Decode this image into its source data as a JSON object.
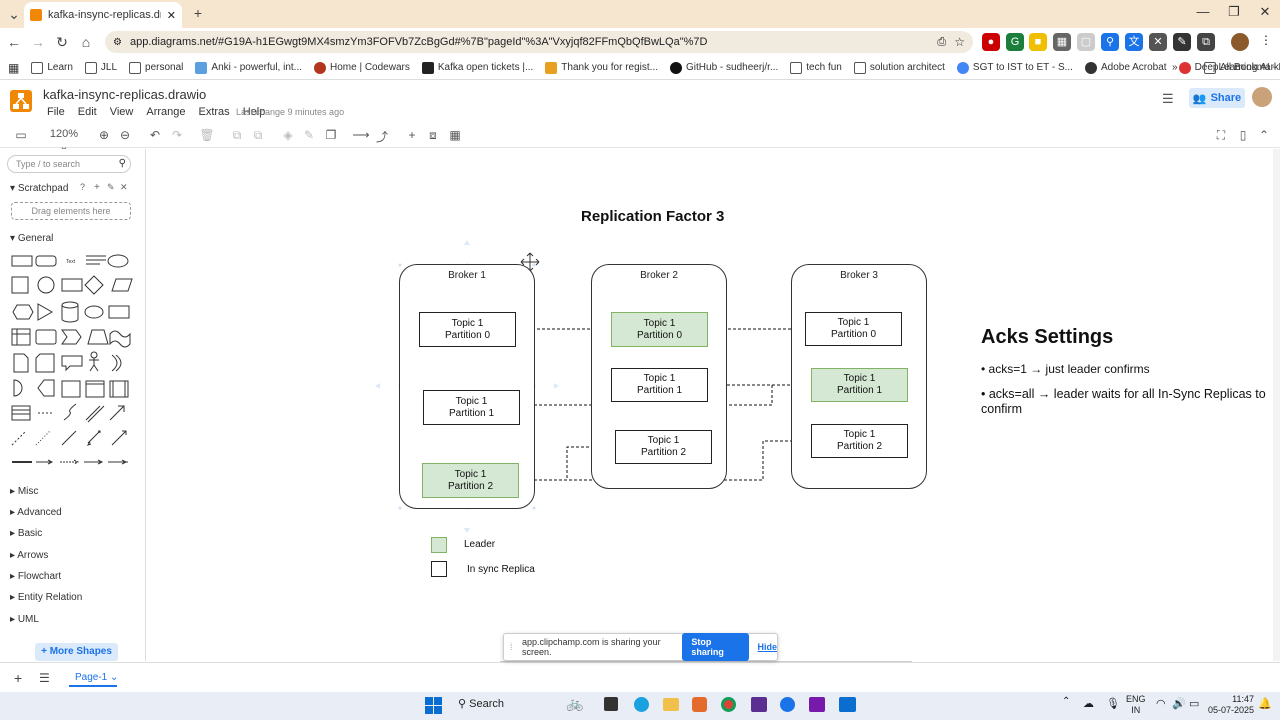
{
  "browser": {
    "tab_title": "kafka-insync-replicas.drawio - d",
    "url": "app.diagrams.net/#G19A-h1EGwgt9MX4smzYm3FOFVb7ZcBgGd#%7B\"pageId\"%3A\"Vxyjqf82FFmQbQfBwLQa\"%7D",
    "bookmarks": [
      "Learn",
      "JLL",
      "personal",
      "Anki - powerful, int...",
      "Home | Codewars",
      "Kafka open tickets |...",
      "Thank you for regist...",
      "GitHub - sudheerj/r...",
      "tech fun",
      "solution architect",
      "SGT to IST to ET - S...",
      "Adobe Acrobat",
      "DeepLearning.AI - L..."
    ],
    "all_bookmarks": "All Bookmarks"
  },
  "app": {
    "title": "kafka-insync-replicas.drawio",
    "menus": [
      "File",
      "Edit",
      "View",
      "Arrange",
      "Extras",
      "Help"
    ],
    "last_change": "Last change 9 minutes ago",
    "share_label": "Share",
    "zoom": "120%"
  },
  "left_panel": {
    "search_placeholder": "Type / to search",
    "scratchpad": "Scratchpad",
    "drag_hint": "Drag elements here",
    "general": "General",
    "sections": [
      "Misc",
      "Advanced",
      "Basic",
      "Arrows",
      "Flowchart",
      "Entity Relation",
      "UML"
    ],
    "more_shapes": "More Shapes"
  },
  "diagram": {
    "title": "Replication Factor 3",
    "brokers": [
      {
        "name": "Broker 1",
        "partitions": [
          {
            "line1": "Topic 1",
            "line2": "Partition 0",
            "leader": false
          },
          {
            "line1": "Topic 1",
            "line2": "Partition 1",
            "leader": false
          },
          {
            "line1": "Topic 1",
            "line2": "Partition 2",
            "leader": true
          }
        ]
      },
      {
        "name": "Broker 2",
        "partitions": [
          {
            "line1": "Topic 1",
            "line2": "Partition 0",
            "leader": true
          },
          {
            "line1": "Topic 1",
            "line2": "Partition 1",
            "leader": false
          },
          {
            "line1": "Topic 1",
            "line2": "Partition 2",
            "leader": false
          }
        ]
      },
      {
        "name": "Broker 3",
        "partitions": [
          {
            "line1": "Topic 1",
            "line2": "Partition 0",
            "leader": false
          },
          {
            "line1": "Topic 1",
            "line2": "Partition 1",
            "leader": true
          },
          {
            "line1": "Topic 1",
            "line2": "Partition 2",
            "leader": false
          }
        ]
      }
    ],
    "legend": {
      "leader": "Leader",
      "isr": "In sync Replica"
    },
    "acks_title": "Acks Settings",
    "acks_items": [
      "• acks=1 → just leader confirms",
      "• acks=all → leader waits for all In-Sync Replicas to confirm"
    ],
    "colors": {
      "leader_fill": "#d5e8d4",
      "leader_stroke": "#82b366"
    }
  },
  "page_bar": {
    "page_tab": "Page-1"
  },
  "share_popup": {
    "message": "app.clipchamp.com is sharing your screen.",
    "stop": "Stop sharing",
    "hide": "Hide"
  },
  "taskbar": {
    "search": "Search",
    "lang": "ENG",
    "region": "IN",
    "time": "11:47",
    "date": "05-07-2025"
  }
}
